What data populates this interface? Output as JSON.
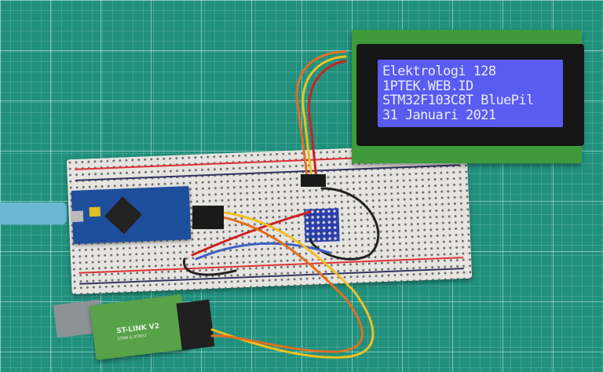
{
  "scene": {
    "description_label": "",
    "lcd": {
      "lines": [
        "Elektrologi 128",
        "1PTEK.WEB.ID",
        "STM32F103C8T BluePil",
        "31 Januari 2021"
      ],
      "backlight_color": "#5a5bf0",
      "text_color": "#e8ecff"
    },
    "stlink": {
      "brand": "ST-LINK V2",
      "subtitle": "STM8 & STM32"
    },
    "colors": {
      "mat": "#21907d",
      "breadboard": "#e6e4e0",
      "bluepill": "#1d4f9c",
      "lcd_pcb": "#3f9a3a",
      "stlink_case": "#58a24a"
    }
  }
}
